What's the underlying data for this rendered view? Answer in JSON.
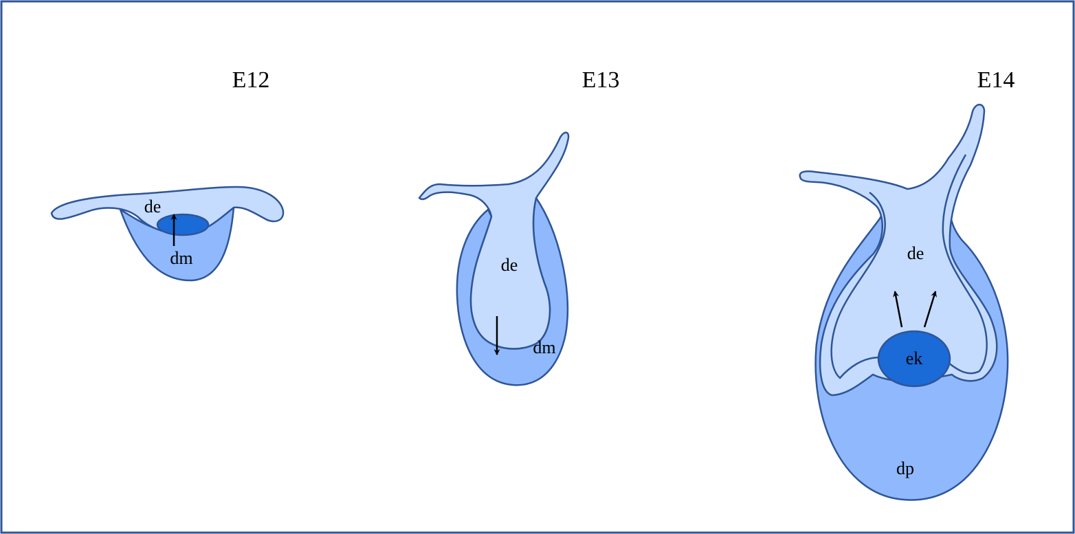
{
  "colors": {
    "frame": "#2f5597",
    "outline": "#2f5597",
    "epithelium_fill": "#c5dcff",
    "mesenchyme_fill": "#8fb9fc",
    "knot_fill": "#1a6ad8",
    "arrow": "#000000"
  },
  "stages": [
    {
      "title": "E12",
      "labels": {
        "de": "de",
        "dm": "dm"
      }
    },
    {
      "title": "E13",
      "labels": {
        "de": "de",
        "dm": "dm"
      }
    },
    {
      "title": "E14",
      "labels": {
        "de": "de",
        "ek": "ek",
        "dp": "dp"
      }
    }
  ]
}
